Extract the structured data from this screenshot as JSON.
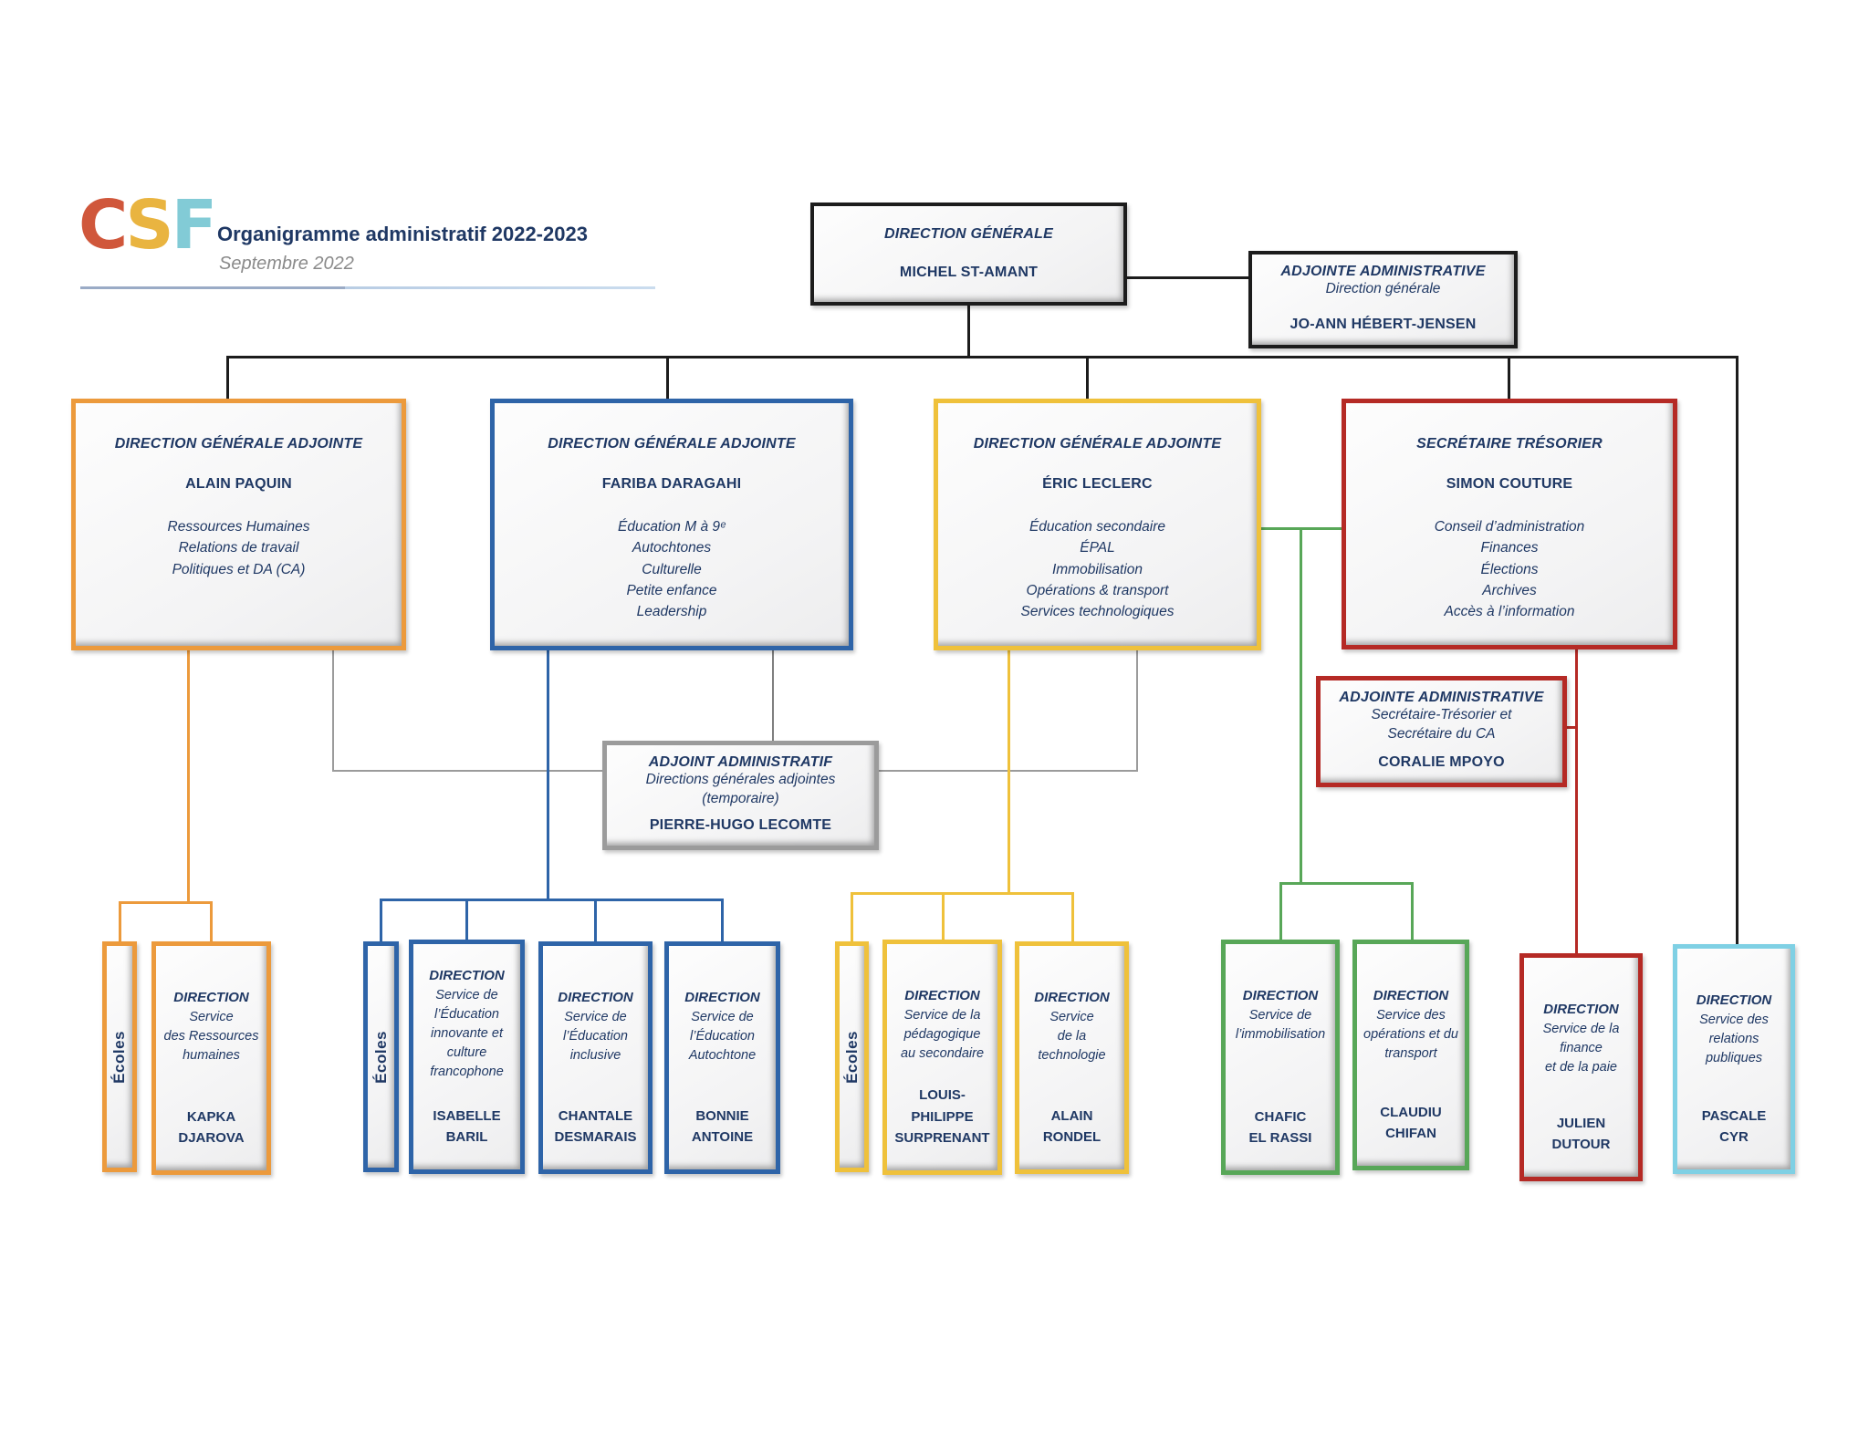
{
  "header": {
    "logo_letters": [
      {
        "char": "C",
        "color": "#D0573B"
      },
      {
        "char": "S",
        "color": "#E9B440"
      },
      {
        "char": "F",
        "color": "#82CBD6"
      }
    ],
    "title": "Organigramme administratif 2022-2023",
    "subtitle": "Septembre 2022"
  },
  "palette": {
    "text_navy": "#1F3864",
    "black_border": "#1c1c1c",
    "orange": "#EC9A3C",
    "blue": "#2E64A8",
    "yellow": "#EFC13B",
    "red": "#B52A25",
    "green": "#58A758",
    "light_blue": "#7FD0E4",
    "gray": "#9B9B9B"
  },
  "ecoles_label": "Écoles",
  "nodes": {
    "direction_generale": {
      "title": "DIRECTION GÉNÉRALE",
      "name": "MICHEL ST-AMANT"
    },
    "adjointe_administrative_dg": {
      "title": "ADJOINTE ADMINISTRATIVE",
      "subtitle": "Direction générale",
      "name": "JO-ANN HÉBERT-JENSEN"
    },
    "dga_alain": {
      "title": "DIRECTION GÉNÉRALE ADJOINTE",
      "name": "ALAIN PAQUIN",
      "details": "Ressources Humaines\nRelations de travail\nPolitiques et DA (CA)"
    },
    "dga_fariba": {
      "title": "DIRECTION GÉNÉRALE ADJOINTE",
      "name": "FARIBA DARAGAHI",
      "details": "Éducation M à 9ᵉ\nAutochtones\nCulturelle\nPetite enfance\nLeadership"
    },
    "dga_eric": {
      "title": "DIRECTION GÉNÉRALE ADJOINTE",
      "name": "ÉRIC LECLERC",
      "details": "Éducation secondaire\nÉPAL\nImmobilisation\nOpérations & transport\nServices technologiques"
    },
    "secretaire_tresorier": {
      "title": "SECRÉTAIRE TRÉSORIER",
      "name": "SIMON COUTURE",
      "details": "Conseil d’administration\nFinances\nÉlections\nArchives\nAccès à l’information"
    },
    "adjointe_administrative_st": {
      "title": "ADJOINTE ADMINISTRATIVE",
      "subtitle": "Secrétaire-Trésorier et\nSecrétaire du CA",
      "name": "CORALIE MPOYO"
    },
    "adjoint_administratif_dga": {
      "title": "ADJOINT ADMINISTRATIF",
      "subtitle": "Directions générales adjointes\n(temporaire)",
      "name": "PIERRE-HUGO LECOMTE"
    }
  },
  "directions": [
    {
      "title": "DIRECTION",
      "service": "Service\ndes Ressources\nhumaines",
      "name": "KAPKA\nDJAROVA"
    },
    {
      "title": "DIRECTION",
      "service": "Service de\nl’Éducation\ninnovante et\nculture\nfrancophone",
      "name": "ISABELLE\nBARIL"
    },
    {
      "title": "DIRECTION",
      "service": "Service de\nl’Éducation\ninclusive",
      "name": "CHANTALE\nDESMARAIS"
    },
    {
      "title": "DIRECTION",
      "service": "Service de\nl’Éducation\nAutochtone",
      "name": "BONNIE\nANTOINE"
    },
    {
      "title": "DIRECTION",
      "service": "Service de la\npédagogique\nau secondaire",
      "name": "LOUIS-PHILIPPE\nSURPRENANT"
    },
    {
      "title": "DIRECTION",
      "service": "Service\nde la\ntechnologie",
      "name": "ALAIN\nRONDEL"
    },
    {
      "title": "DIRECTION",
      "service": "Service de\nl’immobilisation",
      "name": "CHAFIC\nEL RASSI"
    },
    {
      "title": "DIRECTION",
      "service": "Service des\nopérations et du\ntransport",
      "name": "CLAUDIU\nCHIFAN"
    },
    {
      "title": "DIRECTION",
      "service": "Service de la\nfinance\net de la paie",
      "name": "JULIEN\nDUTOUR"
    },
    {
      "title": "DIRECTION",
      "service": "Service des\nrelations\npubliques",
      "name": "PASCALE\nCYR"
    }
  ]
}
